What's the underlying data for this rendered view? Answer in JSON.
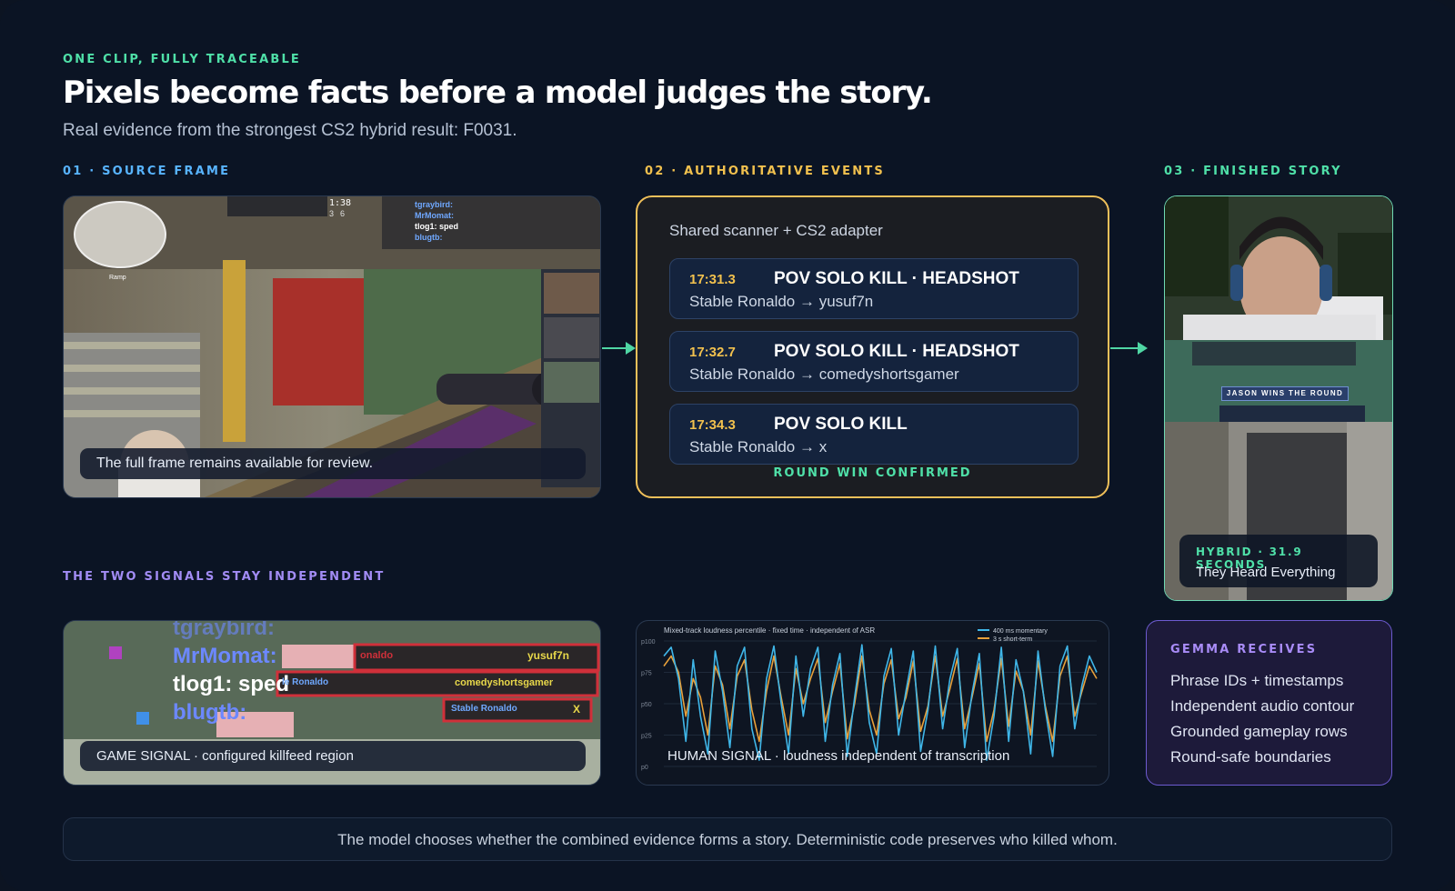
{
  "header": {
    "eyebrow": "ONE CLIP, FULLY TRACEABLE",
    "title": "Pixels become facts before a model judges the story.",
    "subtitle": "Real evidence from the strongest CS2 hybrid result: F0031."
  },
  "steps": {
    "source": {
      "label": "01 · SOURCE FRAME",
      "caption": "The full frame remains available for review.",
      "hud": {
        "players": [
          "tgraybird:",
          "MrMomat:",
          "tlog1: sped",
          "blugtb:"
        ],
        "timer": "1:38",
        "score_left": "3",
        "score_right": "6",
        "map_label": "Ramp"
      }
    },
    "events": {
      "label": "02 · AUTHORITATIVE EVENTS",
      "heading": "Shared scanner + CS2 adapter",
      "rows": [
        {
          "time": "17:31.3",
          "title": "POV SOLO KILL · HEADSHOT",
          "sub": "Stable Ronaldo → yusuf7n"
        },
        {
          "time": "17:32.7",
          "title": "POV SOLO KILL · HEADSHOT",
          "sub": "Stable Ronaldo → comedyshortsgamer"
        },
        {
          "time": "17:34.3",
          "title": "POV SOLO KILL",
          "sub": "Stable Ronaldo → x"
        }
      ],
      "footer": "ROUND WIN CONFIRMED"
    },
    "story": {
      "label": "03 · FINISHED STORY",
      "tag": "HYBRID · 31.9 SECONDS",
      "name": "They Heard Everything",
      "banner": "JASON WINS THE ROUND"
    }
  },
  "signals": {
    "label": "THE TWO SIGNALS STAY INDEPENDENT",
    "game": {
      "caption": "GAME SIGNAL · configured killfeed region",
      "killfeed": {
        "players": [
          "tgraybird:",
          "MrMomat:",
          "tlog1: sped",
          "blugtb:"
        ],
        "entries": [
          {
            "killer": "onaldo",
            "victim": "yusuf7n"
          },
          {
            "killer": "le Ronaldo",
            "victim": "comedyshortsgamer"
          },
          {
            "killer": "Stable Ronaldo",
            "victim": "X"
          }
        ]
      }
    },
    "human": {
      "caption": "HUMAN SIGNAL · loudness independent of transcription"
    }
  },
  "chart_data": {
    "type": "line",
    "title": "Mixed-track loudness percentile · fixed time · independent of ASR",
    "xlabel": "",
    "ylabel": "",
    "yticks": [
      "p100",
      "p75",
      "p50",
      "p25",
      "p0"
    ],
    "ylim": [
      0,
      100
    ],
    "x": [
      0,
      1,
      2,
      3,
      4,
      5,
      6,
      7,
      8,
      9,
      10,
      11,
      12,
      13,
      14,
      15,
      16,
      17,
      18,
      19,
      20,
      21,
      22,
      23,
      24,
      25,
      26,
      27,
      28,
      29,
      30,
      31,
      32,
      33,
      34,
      35,
      36,
      37,
      38,
      39,
      40,
      41,
      42,
      43,
      44,
      45,
      46,
      47,
      48,
      49,
      50,
      51,
      52,
      53,
      54,
      55,
      56,
      57,
      58,
      59
    ],
    "series": [
      {
        "name": "400 ms momentary",
        "color": "#3fb6e8",
        "values": [
          88,
          95,
          70,
          20,
          85,
          40,
          10,
          92,
          60,
          15,
          80,
          95,
          30,
          5,
          70,
          96,
          50,
          10,
          88,
          40,
          78,
          95,
          20,
          65,
          90,
          8,
          55,
          97,
          35,
          10,
          72,
          94,
          25,
          60,
          92,
          12,
          45,
          96,
          30,
          70,
          94,
          15,
          58,
          90,
          5,
          40,
          95,
          20,
          85,
          60,
          10,
          92,
          45,
          8,
          80,
          96,
          30,
          65,
          88,
          75
        ]
      },
      {
        "name": "3 s short-term",
        "color": "#e8a03a",
        "values": [
          80,
          88,
          75,
          40,
          70,
          55,
          25,
          80,
          65,
          30,
          72,
          85,
          45,
          20,
          60,
          88,
          55,
          25,
          78,
          50,
          70,
          86,
          35,
          60,
          82,
          22,
          50,
          88,
          45,
          25,
          66,
          85,
          38,
          55,
          84,
          28,
          48,
          88,
          40,
          62,
          86,
          30,
          55,
          82,
          20,
          45,
          86,
          32,
          76,
          60,
          25,
          84,
          48,
          20,
          72,
          88,
          40,
          60,
          80,
          70
        ]
      }
    ],
    "legend_position": "top-right",
    "grid": true
  },
  "gemma": {
    "title": "GEMMA RECEIVES",
    "items": [
      "Phrase IDs + timestamps",
      "Independent audio contour",
      "Grounded gameplay rows",
      "Round-safe boundaries"
    ]
  },
  "footer": "The model chooses whether the combined evidence forms a story. Deterministic code preserves who killed whom.",
  "colors": {
    "accent_green": "#4fe0a8",
    "accent_blue": "#58b4ff",
    "accent_gold": "#f2c14e",
    "accent_purple": "#9d8cf5",
    "background": "#0b1424"
  }
}
